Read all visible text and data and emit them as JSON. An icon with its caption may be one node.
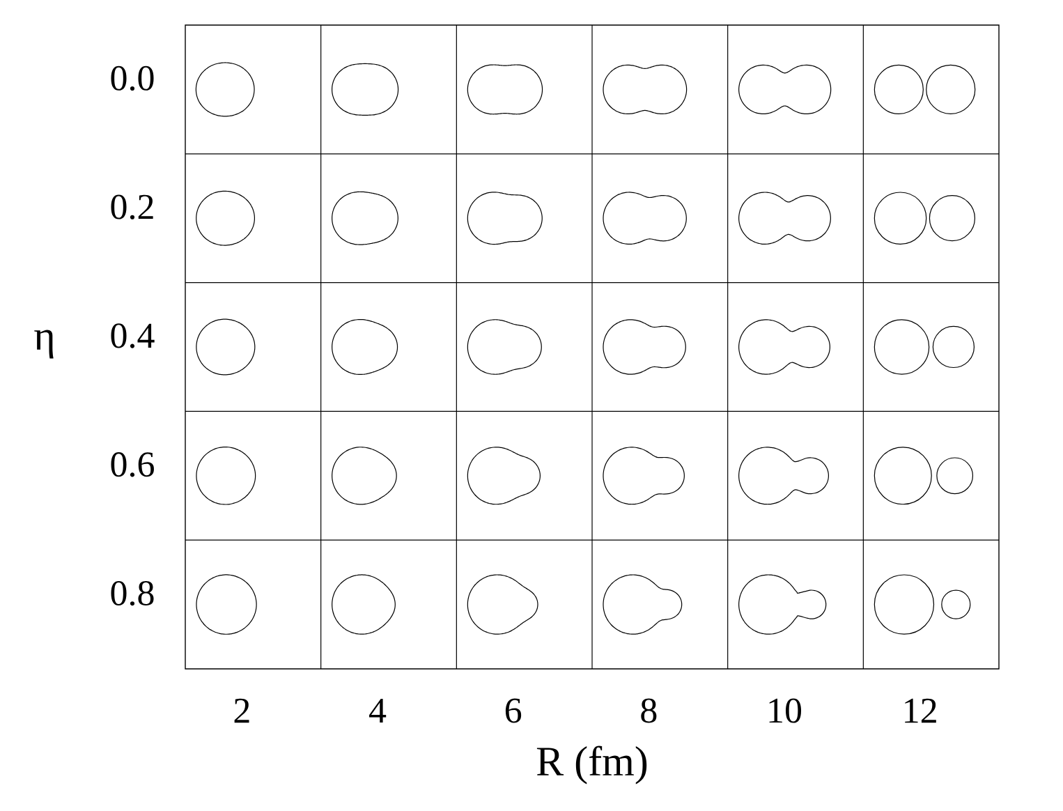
{
  "diagram": {
    "labels": [
      "0.0",
      "0.2",
      "0.4",
      "0.6",
      "0.8",
      "η",
      "2",
      "4",
      "6",
      "8",
      "10",
      "12",
      "R (fm)"
    ]
  }
}
